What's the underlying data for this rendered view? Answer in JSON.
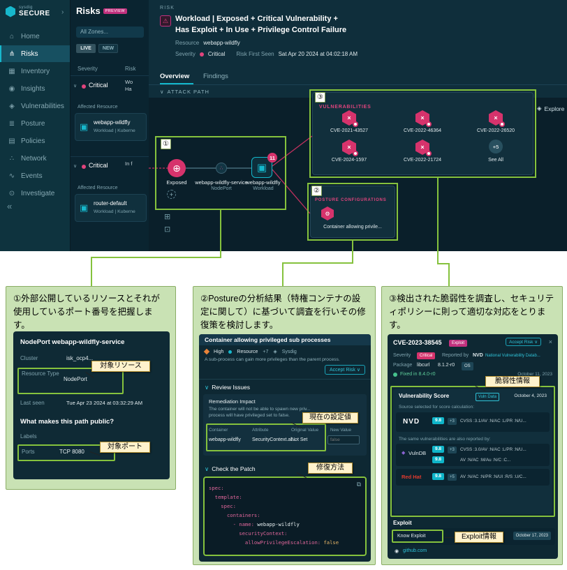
{
  "colors": {
    "accent_pink": "#d6336c",
    "accent_magenta": "#c2317e",
    "accent_teal": "#17b8cc",
    "annotation_green": "#85c23d",
    "callout_yellow": "#fff2cc",
    "dark_bg": "#0c2531"
  },
  "icons": {
    "expand": "›",
    "collapse": "«",
    "chevron": "∨",
    "explore": "◈",
    "fit": "⊞",
    "pan": "⊡",
    "copy": "⧉",
    "close": "×",
    "plus": "+",
    "warning": "⚠",
    "globe": "⊕",
    "share": "∴",
    "cube": "▣",
    "gear": "⚙",
    "cve": "×",
    "diamond": "◆",
    "github": "◉",
    "sysdig": "◈"
  },
  "app": {
    "sidebar": {
      "brand_top": "sysdig",
      "brand_bottom": "SECURE",
      "items": [
        {
          "label": "Home",
          "glyph": "⌂"
        },
        {
          "label": "Risks",
          "glyph": "⋔"
        },
        {
          "label": "Inventory",
          "glyph": "▦"
        },
        {
          "label": "Insights",
          "glyph": "◉"
        },
        {
          "label": "Vulnerabilities",
          "glyph": "◈"
        },
        {
          "label": "Posture",
          "glyph": "≣"
        },
        {
          "label": "Policies",
          "glyph": "▤"
        },
        {
          "label": "Network",
          "glyph": "∴"
        },
        {
          "label": "Events",
          "glyph": "∿"
        },
        {
          "label": "Investigate",
          "glyph": "⊙"
        }
      ]
    },
    "risks_list": {
      "title": "Risks",
      "preview_badge": "PREVIEW",
      "zones_placeholder": "All Zones...",
      "live": "LIVE",
      "new": "NEW",
      "col_severity": "Severity",
      "col_risk": "Risk",
      "affected_resource_label": "Affected Resource",
      "rows": [
        {
          "severity": "Critical",
          "risk_line1": "Wo",
          "risk_line2": "Ha",
          "resource": "webapp-wildfly",
          "resource_type": "Workload | Kuberne"
        },
        {
          "severity": "Critical",
          "risk_line1": "In f",
          "risk_line2": "",
          "resource": "router-default",
          "resource_type": "Workload | Kuberne"
        }
      ]
    },
    "risk_detail": {
      "eyebrow": "RISK",
      "title_line1": "Workload | Exposed + Critical Vulnerability +",
      "title_line2": "Has Exploit + In Use + Privilege Control Failure",
      "resource_label": "Resource",
      "resource_value": "webapp-wildfly",
      "severity_label": "Severity",
      "severity_value": "Critical",
      "first_seen_label": "Risk First Seen",
      "first_seen_value": "Sat Apr 20 2024 at 04:02:18 AM",
      "tab_overview": "Overview",
      "tab_findings": "Findings",
      "attack_path_label": "ATTACK PATH",
      "explore_label": "Explore"
    },
    "attack_path": {
      "marker1": "①",
      "marker2": "②",
      "marker3": "③",
      "exposed_label": "Exposed",
      "service_name": "webapp-wildfly-service",
      "service_type": "NodePort",
      "workload_name": "webapp-wildfly",
      "workload_type": "Workload",
      "workload_badge": "11",
      "vulnerabilities_title": "VULNERABILITIES",
      "cves": [
        "CVE-2021-43527",
        "CVE-2022-46364",
        "CVE-2022-26520",
        "CVE-2024-1597",
        "CVE-2022-21724"
      ],
      "more_count": "+5",
      "see_all_label": "See All",
      "posture_title": "POSTURE CONFIGURATIONS",
      "posture_finding": "Container allowing privile..."
    }
  },
  "panel1": {
    "caption": "①外部公開しているリソースとそれが使用しているポート番号を把握します。",
    "callout_resource": "対象リソース",
    "callout_port": "対象ポート",
    "shot": {
      "title_prefix": "NodePort",
      "title_name": "webapp-wildfly-service",
      "cluster_label": "Cluster",
      "cluster_value": "isk_ocp4...",
      "resource_type_label": "Resource Type",
      "resource_type_value": "NodePort",
      "last_seen_label": "Last seen",
      "last_seen_value": "Tue Apr 23 2024 at 03:32:29 AM",
      "public_heading": "What makes this path public?",
      "labels_label": "Labels",
      "ports_label": "Ports",
      "ports_value": "TCP 8080"
    }
  },
  "panel2": {
    "caption": "②Postureの分析結果（特権コンテナの設定に関して）に基づいて調査を行いその修復策を検討します。",
    "callout_current": "現在の設定値",
    "callout_fix": "修復方法",
    "shot": {
      "title": "Container allowing privileged sub processes",
      "severity": "High",
      "resource_label": "Resource",
      "resource_extra": "+7",
      "vendor": "Sysdig",
      "description": "A sub-process can gain more privileges than the parent process.",
      "accept_risk": "Accept Risk ∨",
      "review_issues": "Review Issues",
      "remediation_title": "Remediation Impact",
      "remediation_line1": "The container will not be able to spawn new priv...",
      "remediation_line2": "process will have privileged set to false.",
      "table": {
        "h_container": "Container",
        "h_attribute": "Attribute",
        "h_original": "Original Value",
        "h_new": "New Value",
        "r_container": "webapp-wildfly",
        "r_attribute": "SecurityContext.al...",
        "r_original": "Not Set",
        "r_new": "false"
      },
      "check_patch": "Check the Patch",
      "code": {
        "l1": "spec:",
        "l2": "  template:",
        "l3": "    spec:",
        "l4": "      containers:",
        "l5k": "        - name: ",
        "l5v": "webapp-wildfly",
        "l6": "          securityContext:",
        "l7k": "            allowPrivilegeEscalation: ",
        "l7v": "false"
      }
    }
  },
  "panel3": {
    "caption": "③検出された脆弱性を調査し、セキュリティポリシーに則って適切な対応をとります。",
    "callout_vuln": "脆弱性情報",
    "callout_exploit": "Exploit情報",
    "shot": {
      "cve_id": "CVE-2023-38545",
      "exploit_badge": "Exploit",
      "accept_risk": "Accept Risk ∨",
      "close": "×",
      "severity_label": "Severity",
      "severity_value": "Critical",
      "reported_by_label": "Reported by",
      "reported_by_source": "NVD",
      "reported_by_detail": "National Vulnerability Datab...",
      "package_label": "Package",
      "package_name": "libcurl",
      "package_version": "8.1.2-r0",
      "package_tag": "OS",
      "fixed_text": "Fixed in 8.4.0-r0",
      "fixed_date": "October 11, 2023",
      "score_title": "Vulnerability Score",
      "vuln_data_label": "Vuln Data",
      "vuln_data_date": "October 4, 2023",
      "source_note": "Source selected for score calculation:",
      "also_note": "The same vulnerabilities are also reported by:",
      "sources": [
        {
          "name": "NVD",
          "score": "9.8",
          "extra": "+3",
          "vector": "CVSS :3.1/AV :N/AC :L/PR :N/U..."
        },
        {
          "name": "VulnDB",
          "score": "9.8",
          "extra": "+3",
          "vector": "CVSS :3.0/AV :N/AC :L/PR :N/U...",
          "score2": "9.8",
          "vector2": "AV :N/AC :M/Au :N/C :C..."
        },
        {
          "name": "Red Hat",
          "score": "9.8",
          "extra": "+5",
          "vector": "AV :N/AC :N/PR :N/UI :R/S :U/C..."
        }
      ],
      "exploit_section": "Exploit",
      "know_exploit": "Know Exploit",
      "exploit_date": "October 17, 2023",
      "exploit_link": "github.com"
    }
  }
}
